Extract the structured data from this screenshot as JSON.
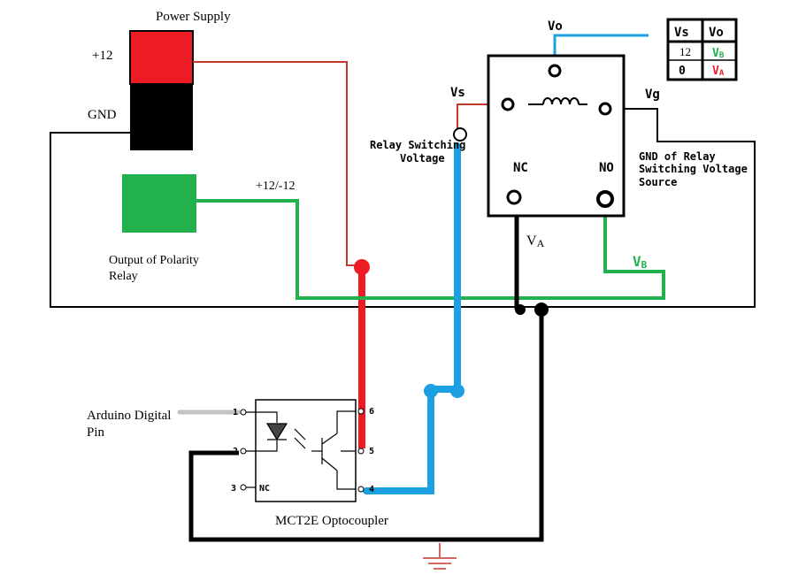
{
  "power_supply": {
    "title": "Power Supply",
    "positive_label": "+12",
    "ground_label": "GND"
  },
  "polarity_relay": {
    "output_label_line1": "Output of Polarity",
    "output_label_line2": "Relay",
    "signal_label": "+12/-12"
  },
  "relay": {
    "vo_label": "Vo",
    "vs_label": "Vs",
    "vg_label": "Vg",
    "nc_label": "NC",
    "no_label": "NO",
    "switching_voltage_line1": "Relay Switching",
    "switching_voltage_line2": "Voltage",
    "gnd_source_line1": "GND of Relay",
    "gnd_source_line2": "Switching Voltage",
    "gnd_source_line3": "Source",
    "va_label_main": "V",
    "va_label_sub": "A",
    "vb_label_main": "V",
    "vb_label_sub": "B"
  },
  "truth_table": {
    "headers": [
      "Vs",
      "Vo"
    ],
    "rows": [
      {
        "vs": "12",
        "vo_main": "V",
        "vo_sub": "B",
        "vo_color": "#22b14c"
      },
      {
        "vs": "0",
        "vo_main": "V",
        "vo_sub": "A",
        "vo_color": "#ed1c24"
      }
    ]
  },
  "optocoupler": {
    "name": "MCT2E Optocoupler",
    "pins": [
      "1",
      "2",
      "3",
      "4",
      "5",
      "6"
    ],
    "nc_label": "NC",
    "arduino_line1": "Arduino Digital",
    "arduino_line2": "Pin"
  },
  "colors": {
    "red_wire": "#ed1c24",
    "blue_wire": "#1ba1e2",
    "green_wire": "#22b14c",
    "black_wire": "#000000",
    "gray_wire": "#c3c3c3",
    "thin_red": "#c0392b"
  }
}
